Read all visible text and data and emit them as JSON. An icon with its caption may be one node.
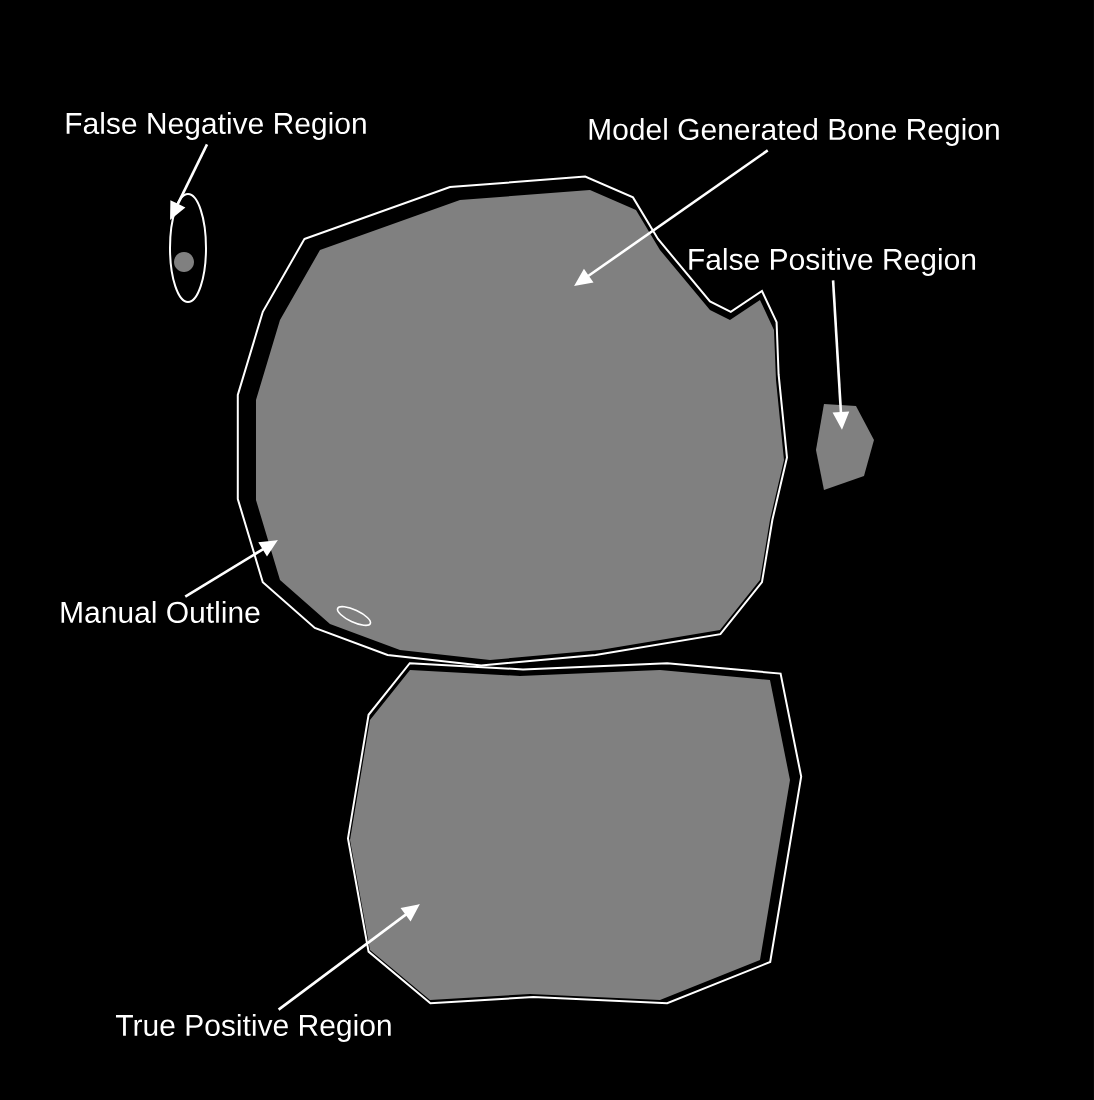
{
  "diagram": {
    "nodes": [
      {
        "text": [
          "False Negative Region"
        ]
      },
      {
        "text": [
          "Model Generated Bone Region"
        ]
      },
      {
        "text": [
          "False Positive Region"
        ]
      },
      {
        "text": [
          "Manual Outline"
        ]
      },
      {
        "text": [
          "True Positive Region"
        ]
      }
    ],
    "edges": [
      {
        "from": 0,
        "to": null,
        "arrow": "to"
      },
      {
        "from": 1,
        "to": null,
        "arrow": "to"
      },
      {
        "from": 2,
        "to": null,
        "arrow": "to"
      },
      {
        "from": 3,
        "to": null,
        "arrow": "to"
      },
      {
        "from": 4,
        "to": null,
        "arrow": "to"
      }
    ]
  }
}
